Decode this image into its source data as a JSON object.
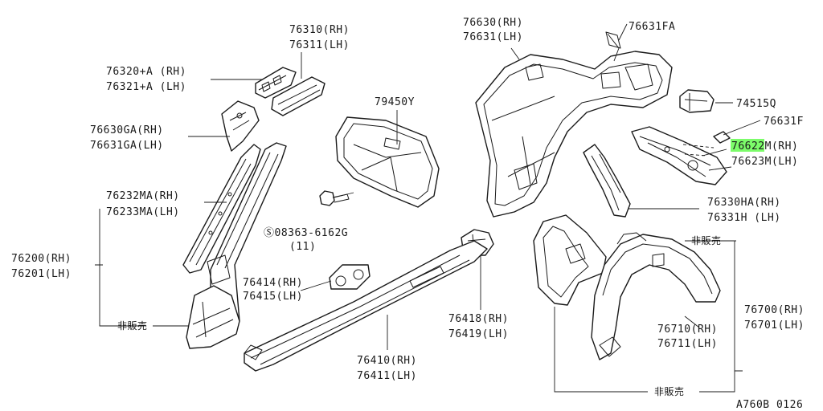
{
  "labels": {
    "p76630": [
      "76630(RH)",
      "76631(LH)"
    ],
    "p76631fa": "76631FA",
    "p76310": [
      "76310(RH)",
      "76311(LH)"
    ],
    "p76320": [
      "76320+A (RH)",
      "76321+A (LH)"
    ],
    "p79450y": "79450Y",
    "p74515q": "74515Q",
    "p76631f": "76631F",
    "p76622": {
      "highlight": "76622",
      "rest": "M(RH)",
      "lh": "76623M(LH)"
    },
    "p76630ga": [
      "76630GA(RH)",
      "76631GA(LH)"
    ],
    "p76232": [
      "76232MA(RH)",
      "76233MA(LH)"
    ],
    "p76330": [
      "76330HA(RH)",
      "76331H (LH)"
    ],
    "p76200": [
      "76200(RH)",
      "76201(LH)"
    ],
    "bolt": [
      "Ⓢ08363-6162G",
      "(11)"
    ],
    "p76414": [
      "76414(RH)",
      "76415(LH)"
    ],
    "p76418": [
      "76418(RH)",
      "76419(LH)"
    ],
    "p76700": [
      "76700(RH)",
      "76701(LH)"
    ],
    "p76710": [
      "76710(RH)",
      "76711(LH)"
    ],
    "p76410": [
      "76410(RH)",
      "76411(LH)"
    ],
    "not_for_sale": "非販売",
    "figure_code": "A760B 0126"
  },
  "colors": {
    "highlight": "#7cfc6a",
    "ink": "#1a1a1a"
  }
}
